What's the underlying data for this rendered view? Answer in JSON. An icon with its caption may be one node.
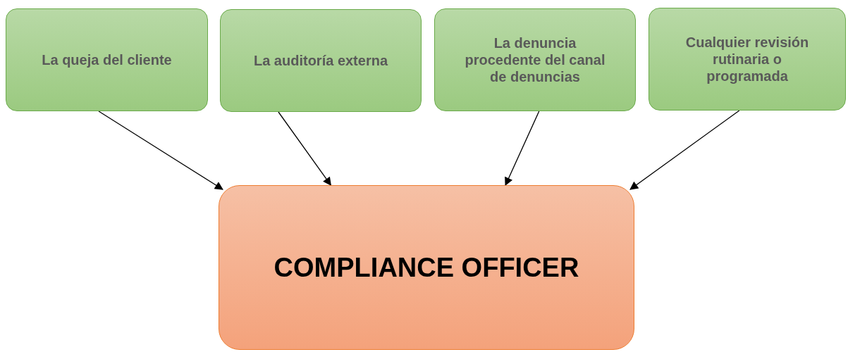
{
  "diagram": {
    "nodes": [
      {
        "text": [
          "La queja del cliente"
        ]
      },
      {
        "text": [
          "La auditoría externa"
        ]
      },
      {
        "text": [
          "La denuncia procedente del canal de denuncias"
        ]
      },
      {
        "text": [
          "Cualquier revisión rutinaria o programada"
        ]
      },
      {
        "text": [
          "COMPLIANCE OFFICER"
        ]
      }
    ],
    "edges": [
      {
        "from": 0,
        "to": 4,
        "arrow": "to"
      },
      {
        "from": 1,
        "to": 4,
        "arrow": "to"
      },
      {
        "from": 2,
        "to": 4,
        "arrow": "to"
      },
      {
        "from": 3,
        "to": 4,
        "arrow": "to"
      }
    ]
  }
}
